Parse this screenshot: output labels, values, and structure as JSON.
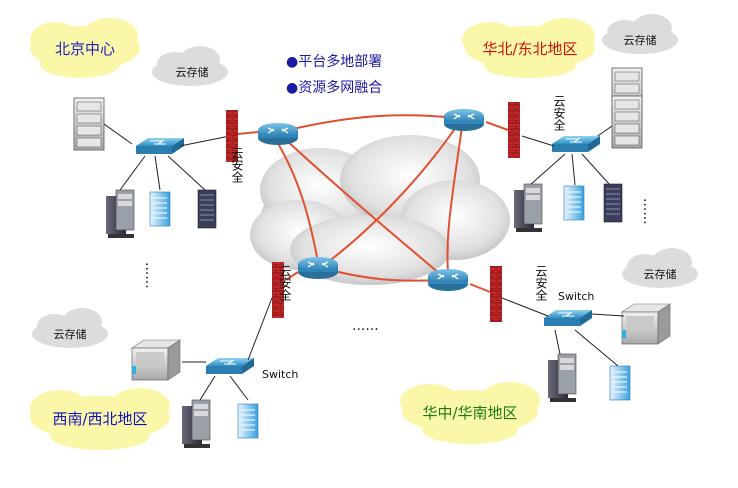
{
  "bullets": [
    "●平台多地部署",
    "●资源多网融合"
  ],
  "regions": {
    "beijing": "北京中心",
    "north": "华北/东北地区",
    "west": "西南/西北地区",
    "central": "华中/华南地区"
  },
  "cloud_storage_label": "云存储",
  "cloud_security_label": "云安全",
  "switch_label": "Switch",
  "ellipsis": "......",
  "colors": {
    "region_bubble": "#fbf7a8",
    "beijing_text": "#2020c0",
    "north_text": "#d01010",
    "west_text": "#1010c0",
    "central_text": "#1a7a1a",
    "bullet_text": "#1a1aa6",
    "firewall": "#c0282a",
    "link_line": "#e05030",
    "router": "#3a8fc0",
    "switch": "#3aa0d0",
    "cloud": "#d6d6d6"
  },
  "icons": [
    "router-icon",
    "switch-icon",
    "firewall-icon",
    "server-rack-icon",
    "workstation-icon",
    "tower-server-icon",
    "storage-array-icon",
    "cloud-icon"
  ]
}
